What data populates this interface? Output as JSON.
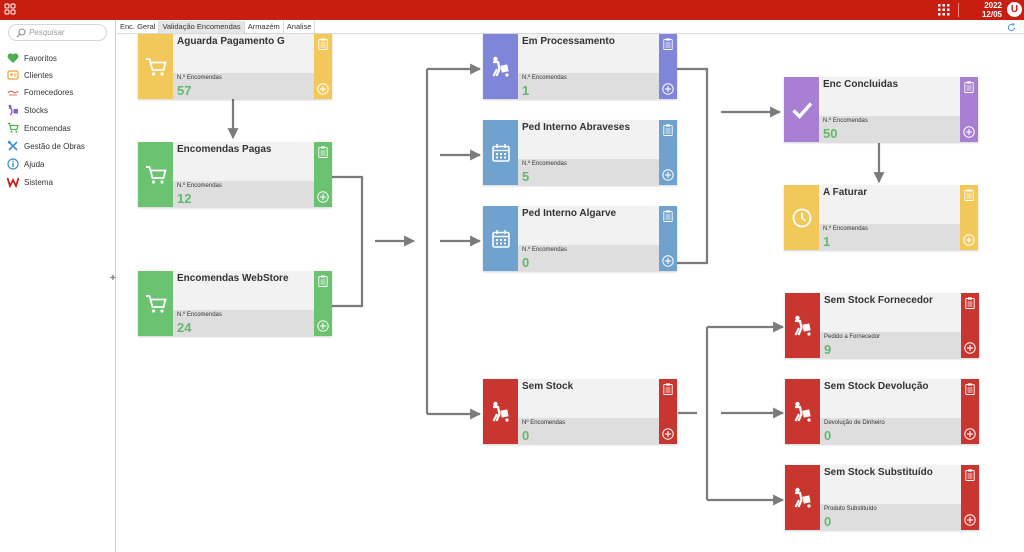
{
  "topbar": {
    "year": "2022",
    "date": "12/05",
    "avatar": "U",
    "accent": "#c81d11"
  },
  "search": {
    "placeholder": "Pesquisar"
  },
  "sidebar": {
    "items": [
      {
        "label": "Favoritos",
        "icon": "heart-icon"
      },
      {
        "label": "Clientes",
        "icon": "clients-icon"
      },
      {
        "label": "Fornecedores",
        "icon": "suppliers-icon"
      },
      {
        "label": "Stocks",
        "icon": "stocks-icon"
      },
      {
        "label": "Encomendas",
        "icon": "cart-icon"
      },
      {
        "label": "Gestão de Obras",
        "icon": "tools-icon"
      },
      {
        "label": "Ajuda",
        "icon": "info-icon"
      },
      {
        "label": "Sistema",
        "icon": "system-icon"
      }
    ]
  },
  "tabs": [
    {
      "label": "Enc. Geral",
      "active": false
    },
    {
      "label": "Validação Encomendas",
      "active": true
    },
    {
      "label": "Armazém",
      "active": false
    },
    {
      "label": "Analise",
      "active": false
    }
  ],
  "colors": {
    "yellow": "#f3c85b",
    "green": "#6bc271",
    "purple": "#7f86d9",
    "blue": "#6fa2ce",
    "violet": "#a97fd3",
    "red": "#c9362f",
    "value": "#62b96d"
  },
  "cards": [
    {
      "id": "aguarda",
      "title": "Aguarda Pagamento G",
      "label": "N.º Encomendas",
      "value": "57",
      "color": "yellow",
      "icon": "cart-icon"
    },
    {
      "id": "pagas",
      "title": "Encomendas Pagas",
      "label": "N.º Encomendas",
      "value": "12",
      "color": "green",
      "icon": "cart-icon"
    },
    {
      "id": "webstore",
      "title": "Encomendas WebStore",
      "label": "N.º Encomendas",
      "value": "24",
      "color": "green",
      "icon": "cart-icon"
    },
    {
      "id": "processamento",
      "title": "Em Processamento",
      "label": "N.º Encomendas",
      "value": "1",
      "color": "purple",
      "icon": "hand-truck-icon"
    },
    {
      "id": "abraveses",
      "title": "Ped Interno Abraveses",
      "label": "N.º Encomendas",
      "value": "5",
      "color": "blue",
      "icon": "calendar-icon"
    },
    {
      "id": "algarve",
      "title": "Ped Interno Algarve",
      "label": "N.º Encomendas",
      "value": "0",
      "color": "blue",
      "icon": "calendar-icon"
    },
    {
      "id": "semstock",
      "title": "Sem Stock",
      "label": "Nº Encomendas",
      "value": "0",
      "color": "red",
      "icon": "hand-truck-icon"
    },
    {
      "id": "concluidas",
      "title": "Enc Concluidas",
      "label": "N.º Encomendas",
      "value": "50",
      "color": "violet",
      "icon": "check-icon"
    },
    {
      "id": "faturar",
      "title": "A Faturar",
      "label": "N.º Encomendas",
      "value": "1",
      "color": "yellow",
      "icon": "clock-icon"
    },
    {
      "id": "fornecedor",
      "title": "Sem Stock Fornecedor",
      "label": "Pedido a Fornecedor",
      "value": "9",
      "color": "red",
      "icon": "hand-truck-icon"
    },
    {
      "id": "devolucao",
      "title": "Sem Stock Devolução",
      "label": "Devolução de Dinheiro",
      "value": "0",
      "color": "red",
      "icon": "hand-truck-icon"
    },
    {
      "id": "substituido",
      "title": "Sem Stock Substituído",
      "label": "Produto Substituído",
      "value": "0",
      "color": "red",
      "icon": "hand-truck-icon"
    }
  ]
}
